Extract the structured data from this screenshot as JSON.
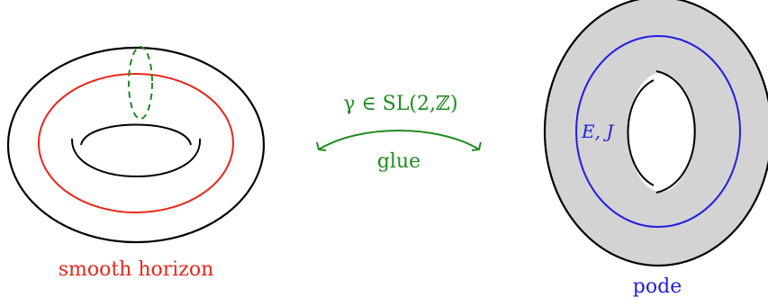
{
  "labels": {
    "left_caption": "smooth horizon",
    "right_caption": "pode",
    "map_label": "γ ∈ SL(2,ℤ)",
    "glue_label": "glue",
    "charges_label": "E, J"
  },
  "colors": {
    "outline": "#000000",
    "cycle_red": "#e8261c",
    "cycle_green": "#1f8a1f",
    "cycle_blue": "#1f1fe0",
    "fill_grey": "#d3d3d3"
  }
}
